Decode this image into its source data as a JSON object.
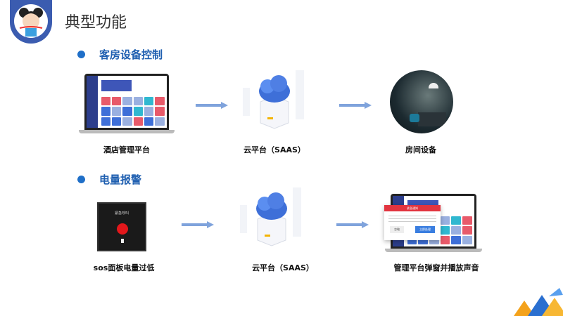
{
  "header": {
    "title": "典型功能"
  },
  "sections": [
    {
      "title": "客房设备控制",
      "steps": [
        "酒店管理平台",
        "云平台（SAAS）",
        "房间设备"
      ]
    },
    {
      "title": "电量报警",
      "steps": [
        "sos面板电量过低",
        "云平台（SAAS）",
        "管理平台弹窗并播放声音"
      ]
    }
  ],
  "sos_panel": {
    "label": "紧急呼叫"
  },
  "popup": {
    "title": "紧急通知",
    "ignore": "忽略",
    "handle": "立即处理"
  },
  "colors": {
    "accent": "#1f5fb0",
    "arrow": "#7fa3dc",
    "alarm": "#e2343f"
  }
}
